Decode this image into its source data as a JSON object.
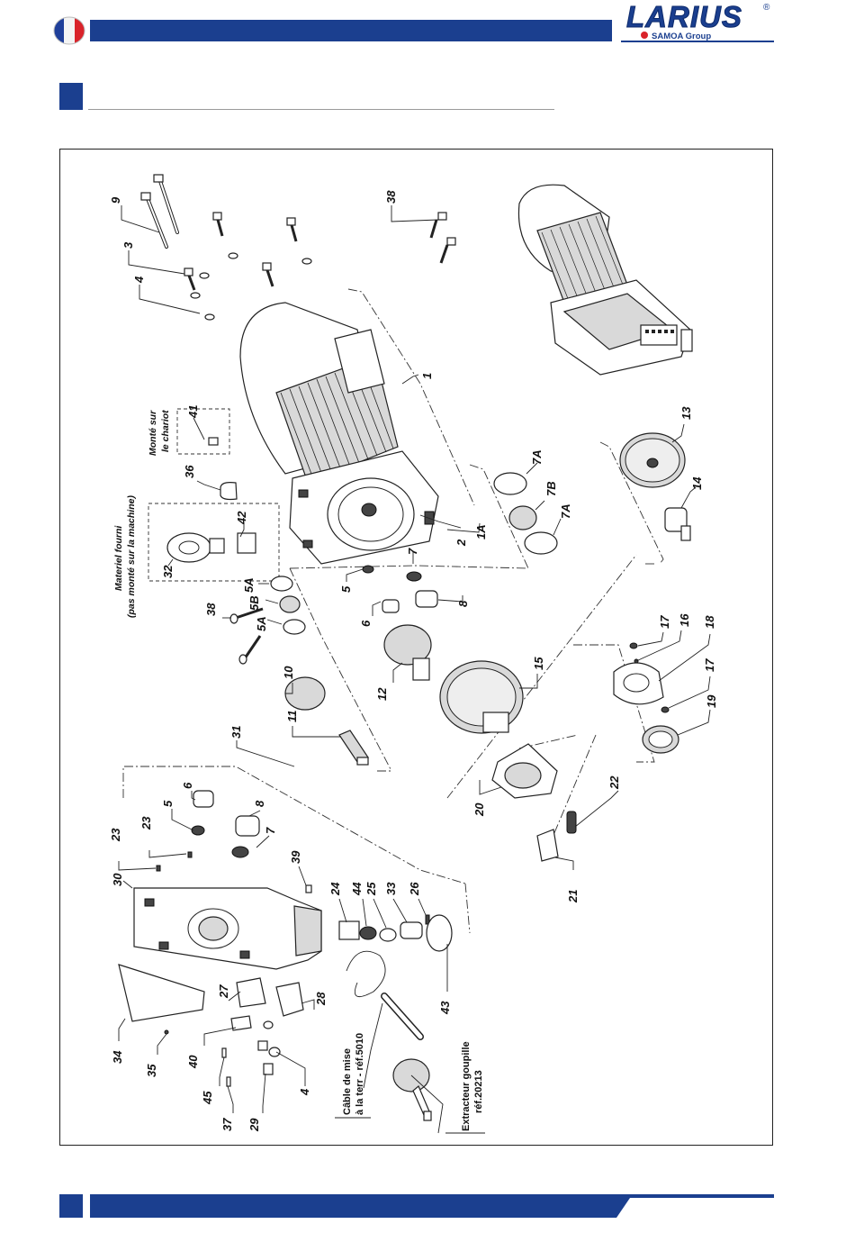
{
  "brand": {
    "name": "LARIUS",
    "registered": "®",
    "group": "SAMOA Group",
    "colors": {
      "primary": "#1b3f8f",
      "accent": "#d9232a"
    }
  },
  "language_flag": "flag-france-icon",
  "notes": {
    "chariot_line1": "Monté sur",
    "chariot_line2": "le chariot",
    "fourni_line1": "Materiel fourni",
    "fourni_line2": "(pas monté sur la machine)",
    "cable_line1": "Câble de mise",
    "cable_line2": "à la terr - réf.5010",
    "extracteur_line1": "Extracteur goupille",
    "extracteur_line2": "réf.20213"
  },
  "callouts": [
    "9",
    "3",
    "4",
    "38",
    "1",
    "41",
    "36",
    "42",
    "32",
    "38",
    "5A",
    "5B",
    "5A",
    "5",
    "6",
    "7",
    "8",
    "2",
    "1A",
    "7A",
    "7B",
    "7A",
    "13",
    "14",
    "10",
    "11",
    "12",
    "15",
    "17",
    "16",
    "18",
    "17",
    "19",
    "20",
    "22",
    "21",
    "31",
    "6",
    "5",
    "8",
    "7",
    "23",
    "23",
    "39",
    "30",
    "24",
    "44",
    "25",
    "33",
    "26",
    "43",
    "34",
    "35",
    "27",
    "40",
    "28",
    "45",
    "37",
    "29",
    "4"
  ]
}
